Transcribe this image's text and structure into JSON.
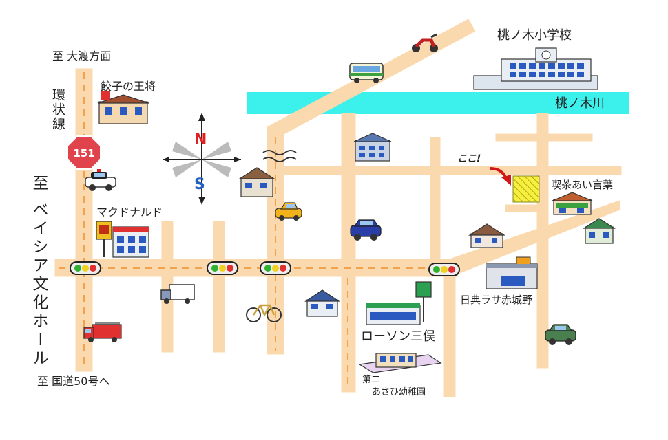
{
  "labels": {
    "to_owatari": "至 大渡方面",
    "kanjo": "環状線",
    "gyoza": "餃子の王将",
    "route_number": "151",
    "to_beisia": "至 ベイシア文化ホール",
    "mcdonalds": "マクドナルド",
    "to_route50": "至 国道50号へ",
    "school": "桃ノ木小学校",
    "river": "桃ノ木川",
    "koko": "ここ!",
    "cafe": "喫茶あい言葉",
    "nissan": "日典ラサ赤城野",
    "lawson": "ローソン三俣",
    "kindergarten_line1": "第二",
    "kindergarten_line2": "あさひ幼稚園"
  },
  "compass": {
    "north": "N",
    "south": "S"
  },
  "colors": {
    "road": "#fbd9ae",
    "road_dash": "#f2a24c",
    "river": "#3cf0ec",
    "destination": "#f7ef3c",
    "route_sign": "#e0434b",
    "compass_north": "#e02020",
    "compass_south": "#2060c0"
  },
  "icons": {
    "motorcycle": "motorcycle-icon",
    "bus": "bus-icon",
    "police_car": "police-car-icon",
    "truck": "truck-icon",
    "bicycle": "bicycle-icon",
    "fire_truck": "fire-truck-icon",
    "traffic_light": "traffic-light-icon",
    "car": "car-icon",
    "house": "house-icon",
    "building": "building-icon"
  }
}
